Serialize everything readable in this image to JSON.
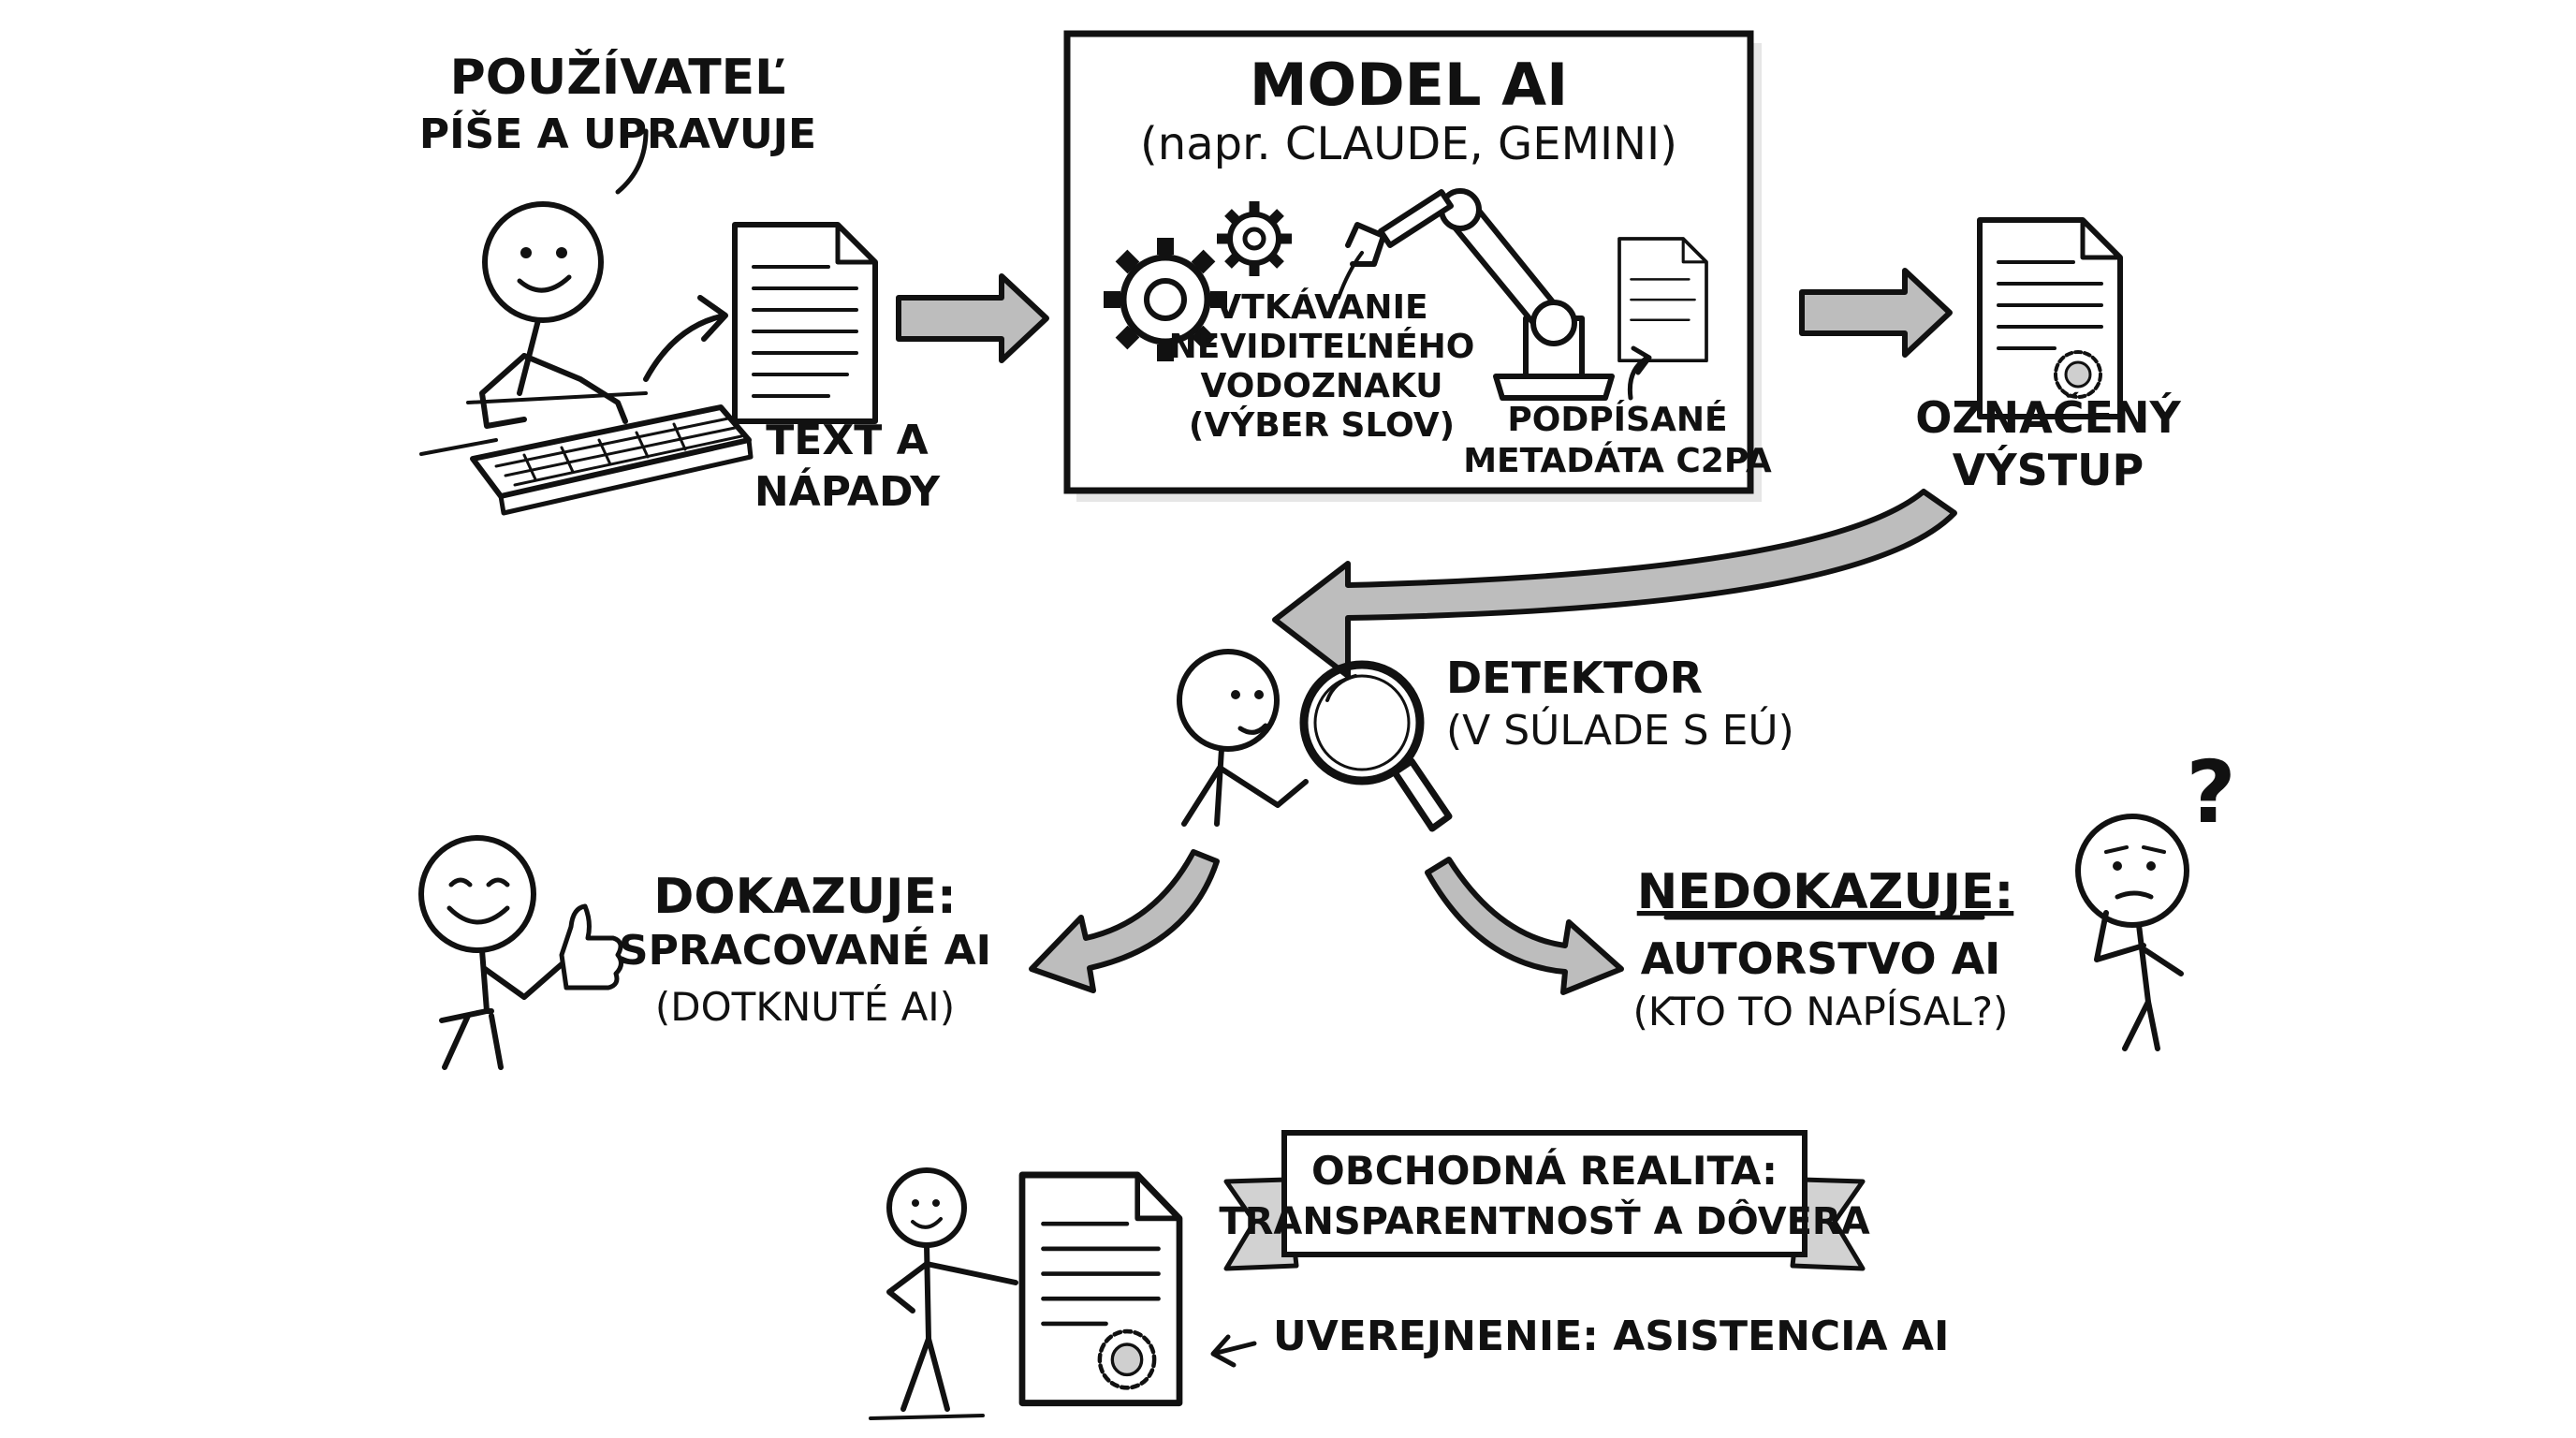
{
  "user": {
    "title": "POUŽÍVATEĽ",
    "subtitle": "PÍŠE A UPRAVUJE"
  },
  "input_doc": {
    "line1": "TEXT A",
    "line2": "NÁPADY"
  },
  "model": {
    "title": "MODEL AI",
    "subtitle": "(napr. CLAUDE, GEMINI)",
    "watermark": [
      "VTKÁVANIE",
      "NEVIDITEĽNÉHO",
      "VODOZNAKU",
      "(VÝBER SLOV)"
    ],
    "metadata": [
      "PODPÍSANÉ",
      "METADÁTA C2PA"
    ]
  },
  "output": {
    "line1": "OZNAČENÝ",
    "line2": "VÝSTUP"
  },
  "detector": {
    "line1": "DETEKTOR",
    "line2": "(V SÚLADE S EÚ)"
  },
  "proves": {
    "title": "DOKAZUJE:",
    "line1": "SPRACOVANÉ AI",
    "line2": "(DOTKNUTÉ AI)"
  },
  "not_proves": {
    "title": "NEDOKAZUJE:",
    "line1": "AUTORSTVO AI",
    "line2": "(KTO TO NAPÍSAL?)"
  },
  "banner": {
    "line1": "OBCHODNÁ REALITA:",
    "line2": "TRANSPARENTNOSŤ A DÔVERA"
  },
  "disclosure": {
    "label": "UVEREJNENIE: ASISTENCIA AI"
  },
  "confused_glyph": "?"
}
